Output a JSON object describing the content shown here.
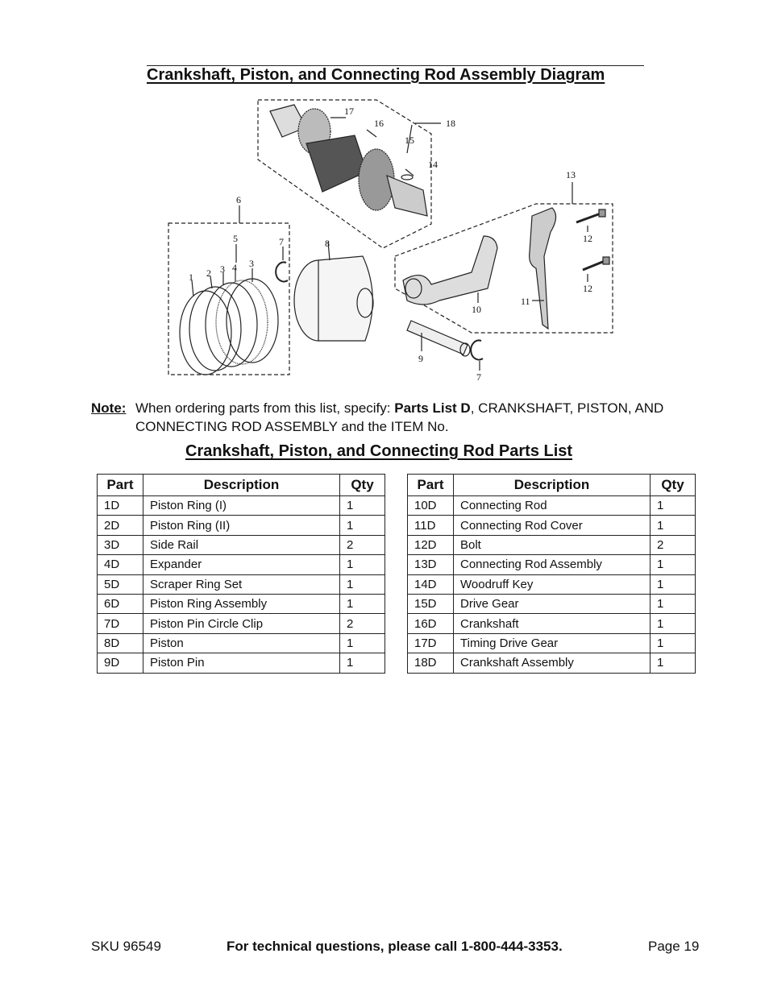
{
  "diagram": {
    "title": "Crankshaft, Piston, and Connecting Rod Assembly Diagram",
    "callouts": [
      "1",
      "2",
      "3",
      "4",
      "3",
      "5",
      "6",
      "7",
      "8",
      "9",
      "7",
      "10",
      "11",
      "12",
      "12",
      "13",
      "14",
      "15",
      "16",
      "17",
      "18"
    ]
  },
  "note": {
    "label": "Note:",
    "text_before": "When ordering parts from this list, specify: ",
    "bold_text": "Parts List D",
    "text_after": ", CRANKSHAFT, PISTON, AND CONNECTING ROD ASSEMBLY and the ITEM No."
  },
  "parts_list": {
    "title": "Crankshaft, Piston, and Connecting Rod Parts List",
    "headers": [
      "Part",
      "Description",
      "Qty"
    ],
    "left_rows": [
      [
        "1D",
        "Piston Ring (I)",
        "1"
      ],
      [
        "2D",
        "Piston Ring (II)",
        "1"
      ],
      [
        "3D",
        "Side Rail",
        "2"
      ],
      [
        "4D",
        "Expander",
        "1"
      ],
      [
        "5D",
        "Scraper Ring Set",
        "1"
      ],
      [
        "6D",
        "Piston Ring Assembly",
        "1"
      ],
      [
        "7D",
        "Piston Pin Circle Clip",
        "2"
      ],
      [
        "8D",
        "Piston",
        "1"
      ],
      [
        "9D",
        "Piston Pin",
        "1"
      ]
    ],
    "right_rows": [
      [
        "10D",
        "Connecting Rod",
        "1"
      ],
      [
        "11D",
        "Connecting Rod Cover",
        "1"
      ],
      [
        "12D",
        "Bolt",
        "2"
      ],
      [
        "13D",
        "Connecting Rod Assembly",
        "1"
      ],
      [
        "14D",
        "Woodruff Key",
        "1"
      ],
      [
        "15D",
        "Drive Gear",
        "1"
      ],
      [
        "16D",
        "Crankshaft",
        "1"
      ],
      [
        "17D",
        "Timing Drive Gear",
        "1"
      ],
      [
        "18D",
        "Crankshaft Assembly",
        "1"
      ]
    ]
  },
  "footer": {
    "sku": "SKU 96549",
    "tech_line": "For technical questions, please call 1-800-444-3353.",
    "page": "Page 19"
  }
}
